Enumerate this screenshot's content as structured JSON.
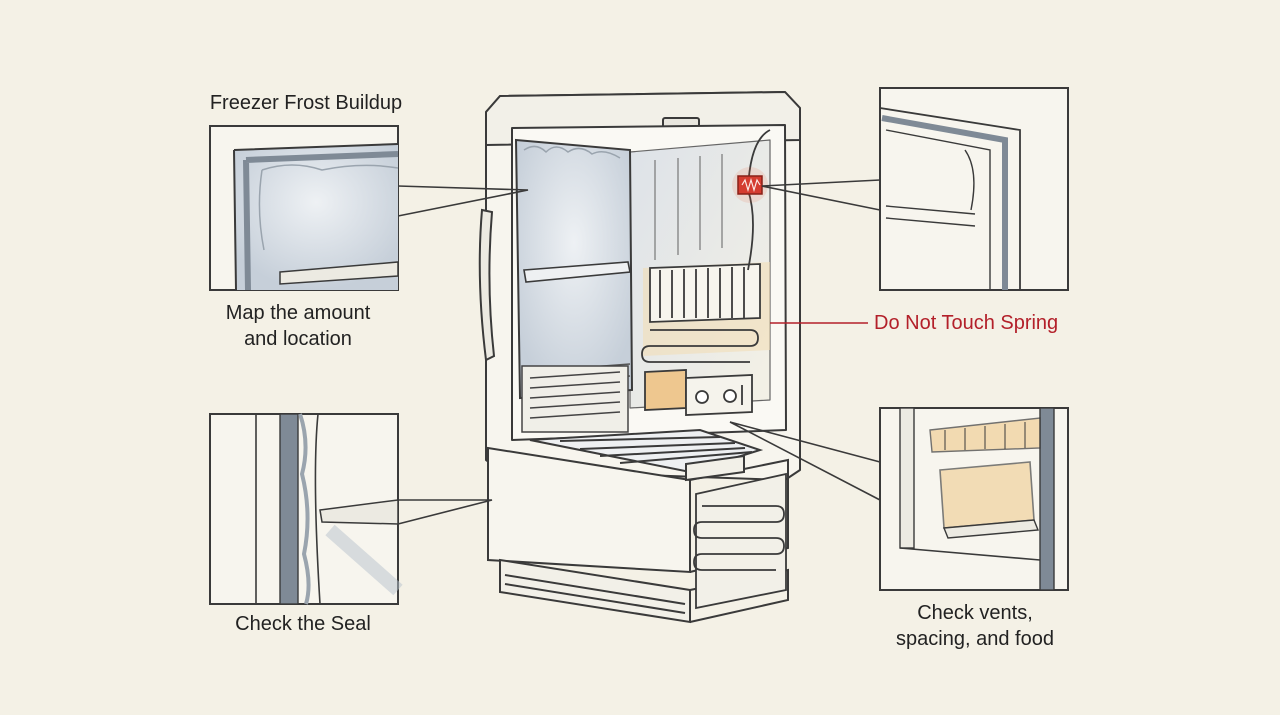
{
  "labels": {
    "freezer_frost": "Freezer Frost Buildup",
    "map_amount": "Map the amount\nand location",
    "check_seal": "Check the Seal",
    "do_not_touch": "Do Not Touch Spring",
    "check_vents": "Check vents,\nspacing, and food"
  },
  "colors": {
    "background": "#f4f1e6",
    "line": "#3a3a3a",
    "frost": "#c9d2dc",
    "gasket": "#7f8a96",
    "warm_highlight": "#f0cf98",
    "warning_red": "#b3202a"
  }
}
